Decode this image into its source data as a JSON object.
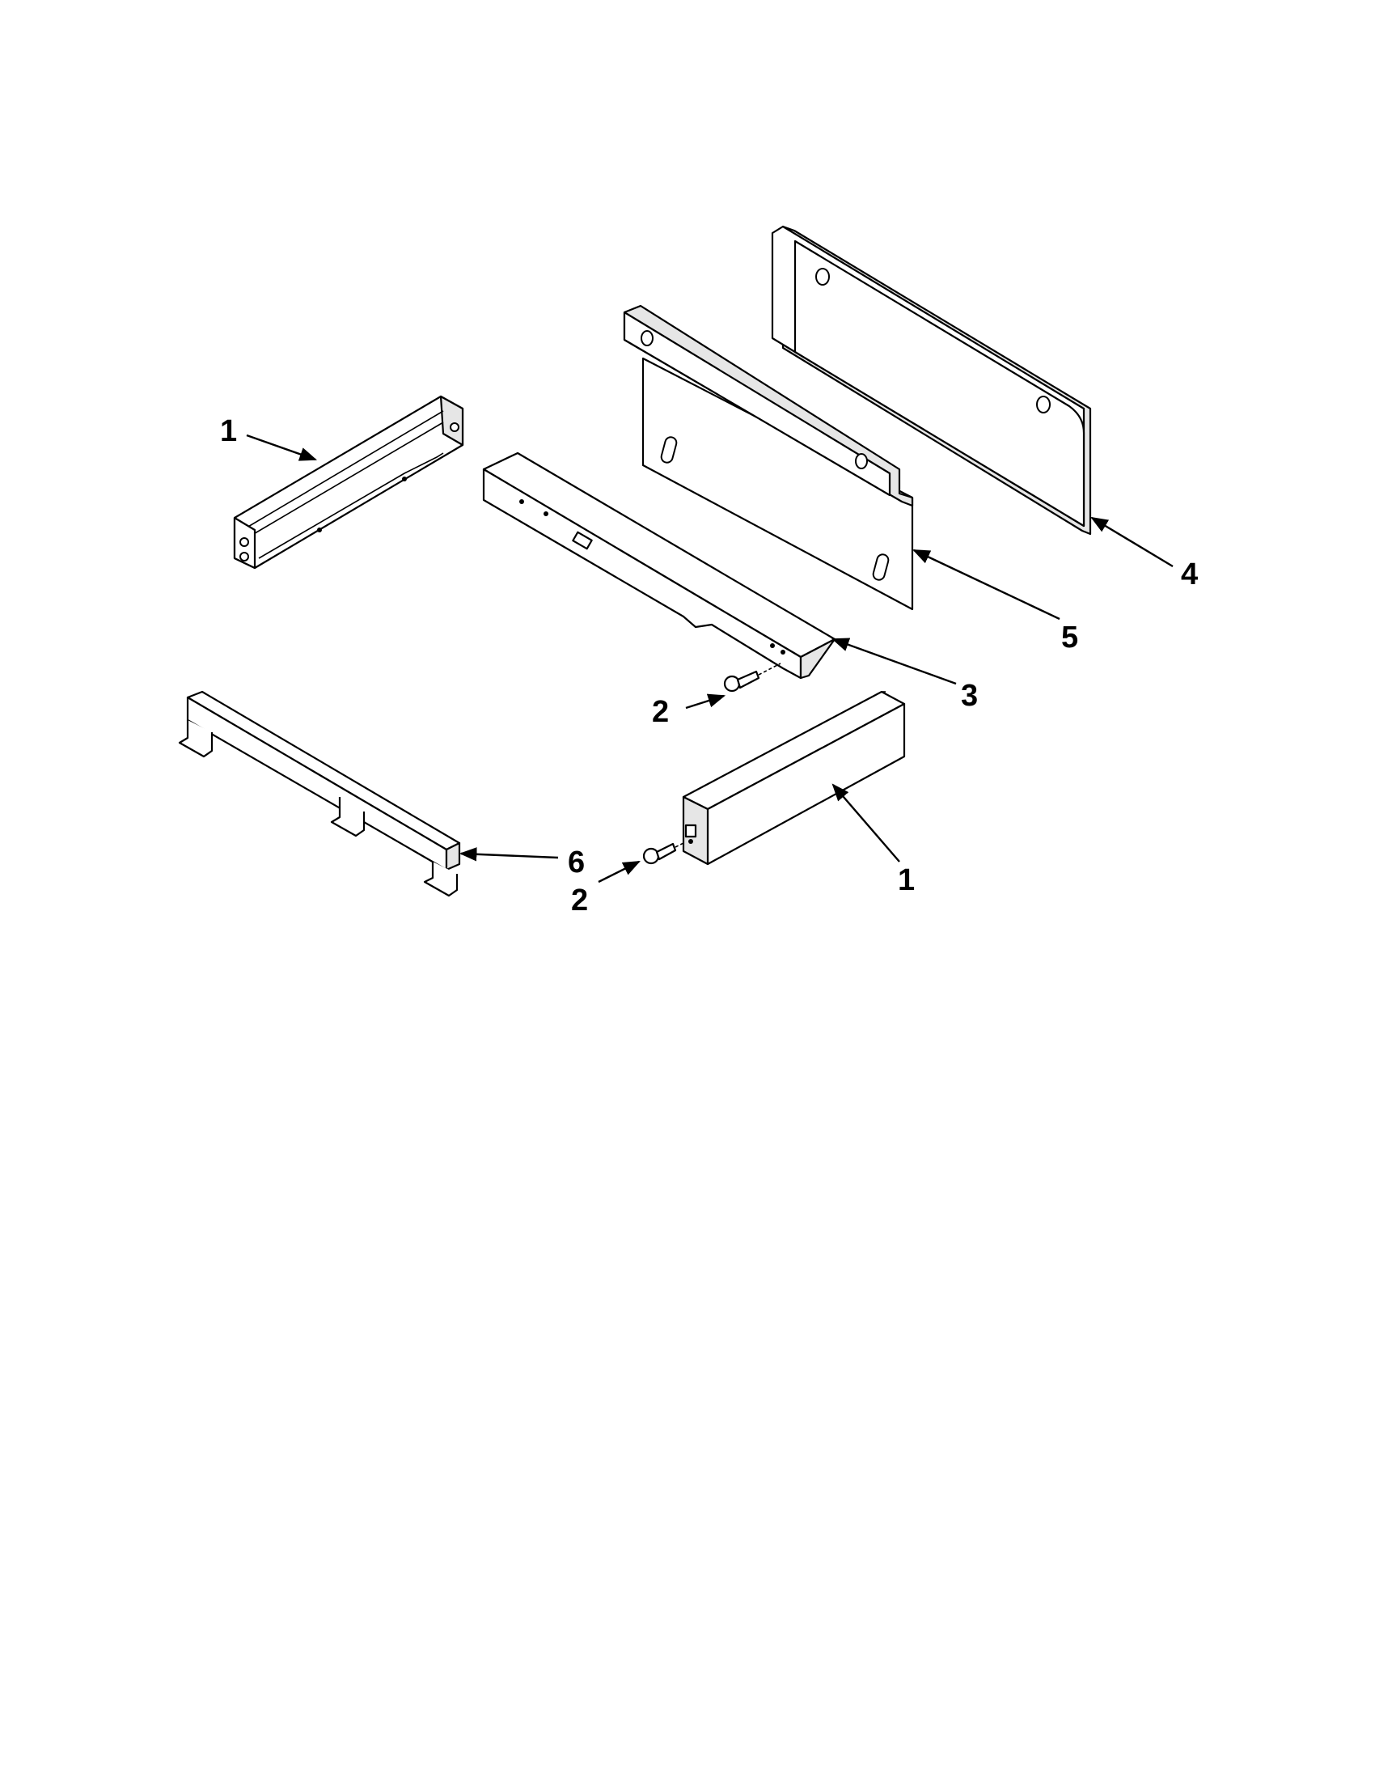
{
  "diagram": {
    "callouts": [
      {
        "id": "rail-left",
        "label": "1"
      },
      {
        "id": "screw-upper",
        "label": "2"
      },
      {
        "id": "bracket",
        "label": "3"
      },
      {
        "id": "panel-back",
        "label": "4"
      },
      {
        "id": "panel-front",
        "label": "5"
      },
      {
        "id": "base-frame",
        "label": "6"
      },
      {
        "id": "screw-lower",
        "label": "2"
      },
      {
        "id": "rail-right",
        "label": "1"
      }
    ]
  }
}
